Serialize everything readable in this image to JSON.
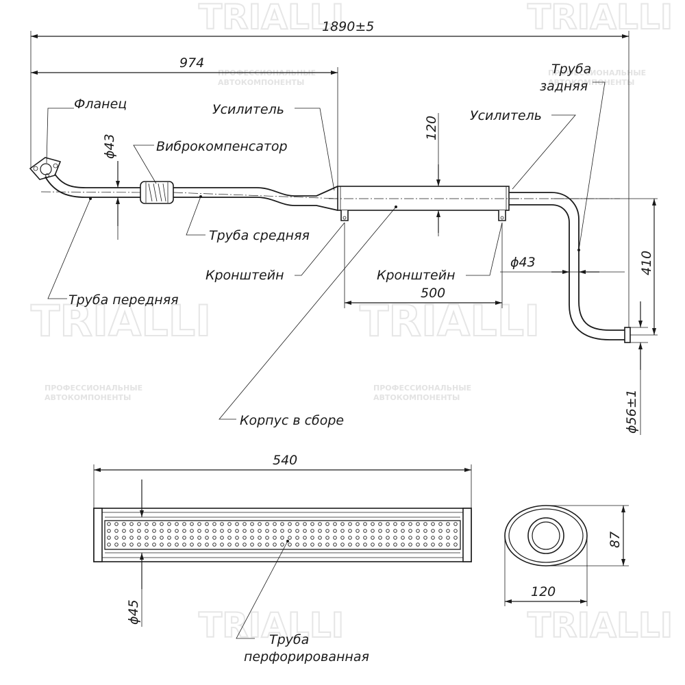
{
  "watermark": {
    "brand": "TRIALLI",
    "tagline_1": "ПРОФЕССИОНАЛЬНЫЕ",
    "tagline_2": "АВТОКОМПОНЕНТЫ"
  },
  "top_view": {
    "dimensions": {
      "total_length": "1890±5",
      "to_body": "974",
      "body_height": "120",
      "front_pipe_diameter": "ϕ43",
      "rear_pipe_diameter": "ϕ43",
      "bracket_spacing": "500",
      "rear_drop": "410",
      "outlet_diameter": "ϕ56±1"
    },
    "labels": {
      "flange": "Фланец",
      "vibration_compensator": "Виброкомпенсатор",
      "reinforcement_left": "Усилитель",
      "reinforcement_right": "Усилитель",
      "rear_pipe_line1": "Труба",
      "rear_pipe_line2": "задняя",
      "middle_pipe": "Труба средняя",
      "bracket_left": "Кронштейн",
      "bracket_right": "Кронштейн",
      "front_pipe": "Труба передняя",
      "body_assembly": "Корпус в сборе"
    }
  },
  "section_view": {
    "dimensions": {
      "body_length": "540",
      "perforated_diameter": "ϕ45",
      "oval_width": "120",
      "oval_height": "87"
    },
    "labels": {
      "perforated_line1": "Труба",
      "perforated_line2": "перфорированная"
    }
  }
}
